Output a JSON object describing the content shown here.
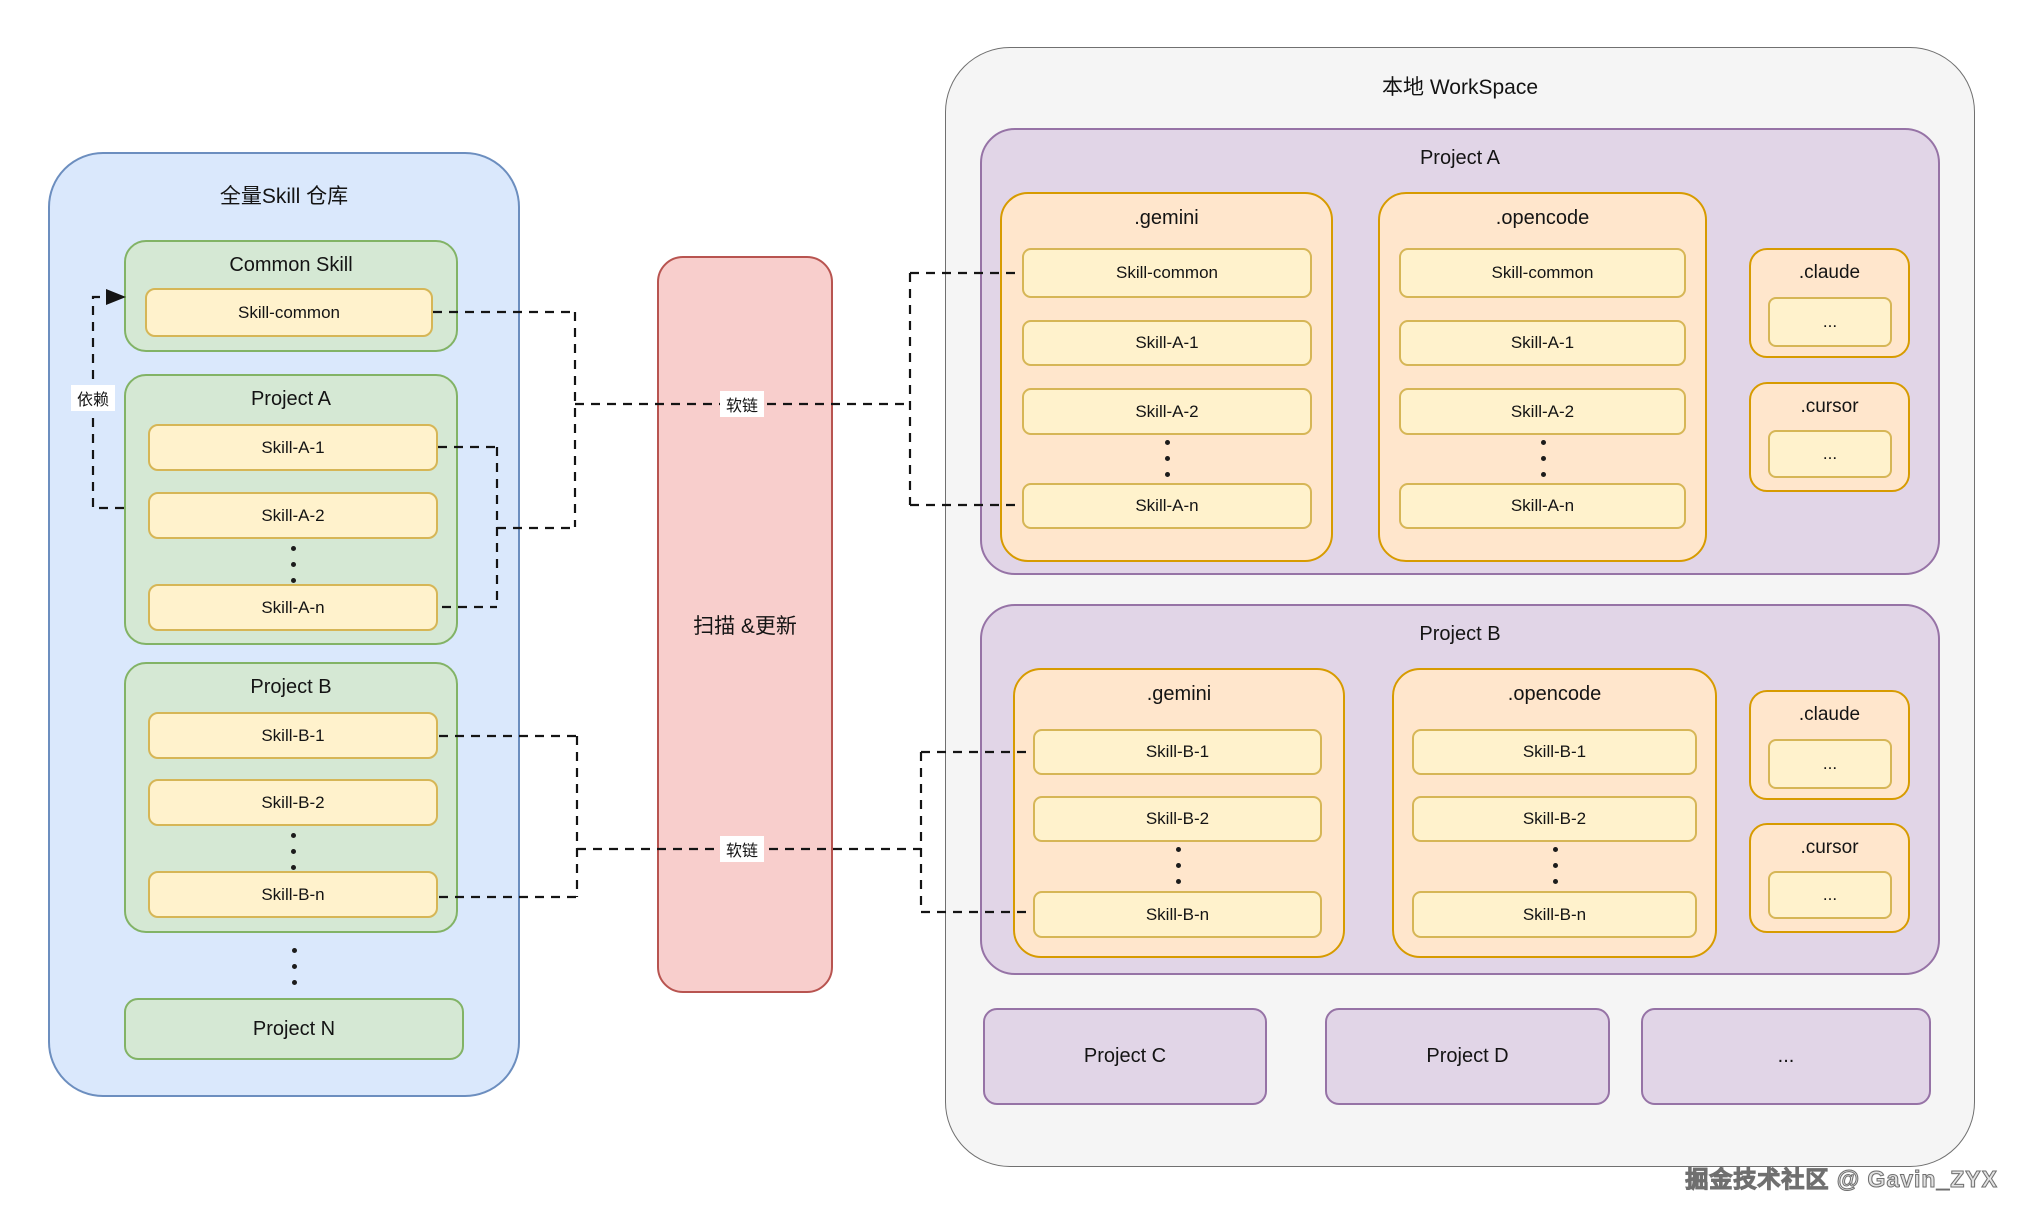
{
  "colors": {
    "repo_fill": "#dae8fc",
    "repo_stroke": "#6c8ebf",
    "group_fill": "#d5e8d4",
    "group_stroke": "#82b366",
    "skill_fill": "#fff2cc",
    "skill_stroke": "#d6b656",
    "sync_fill": "#f8cecc",
    "sync_stroke": "#b85450",
    "tool_fill": "#ffe6cc",
    "tool_stroke": "#d79b00",
    "project_fill": "#e1d5e7",
    "project_stroke": "#9673a6",
    "workspace_fill": "#f5f5f5",
    "workspace_stroke": "#707070",
    "line": "#141414"
  },
  "repo": {
    "title": "全量Skill 仓库",
    "dependency_label": "依赖",
    "common": {
      "title": "Common Skill",
      "skills": [
        "Skill-common"
      ]
    },
    "project_a": {
      "title": "Project A",
      "skills": [
        "Skill-A-1",
        "Skill-A-2",
        "Skill-A-n"
      ]
    },
    "project_b": {
      "title": "Project B",
      "skills": [
        "Skill-B-1",
        "Skill-B-2",
        "Skill-B-n"
      ]
    },
    "project_n": {
      "title": "Project N"
    }
  },
  "sync": {
    "title": "扫描 &更新",
    "link_label_a": "软链",
    "link_label_b": "软链"
  },
  "workspace": {
    "title": "本地 WorkSpace",
    "project_a": {
      "title": "Project A",
      "gemini": {
        "title": ".gemini",
        "skills": [
          "Skill-common",
          "Skill-A-1",
          "Skill-A-2",
          "Skill-A-n"
        ]
      },
      "opencode": {
        "title": ".opencode",
        "skills": [
          "Skill-common",
          "Skill-A-1",
          "Skill-A-2",
          "Skill-A-n"
        ]
      },
      "claude": {
        "title": ".claude",
        "content": "..."
      },
      "cursor": {
        "title": ".cursor",
        "content": "..."
      }
    },
    "project_b": {
      "title": "Project B",
      "gemini": {
        "title": ".gemini",
        "skills": [
          "Skill-B-1",
          "Skill-B-2",
          "Skill-B-n"
        ]
      },
      "opencode": {
        "title": ".opencode",
        "skills": [
          "Skill-B-1",
          "Skill-B-2",
          "Skill-B-n"
        ]
      },
      "claude": {
        "title": ".claude",
        "content": "..."
      },
      "cursor": {
        "title": ".cursor",
        "content": "..."
      }
    },
    "others": [
      "Project C",
      "Project D",
      "..."
    ]
  },
  "watermark": "掘金技术社区 @ Gavin_ZYX"
}
